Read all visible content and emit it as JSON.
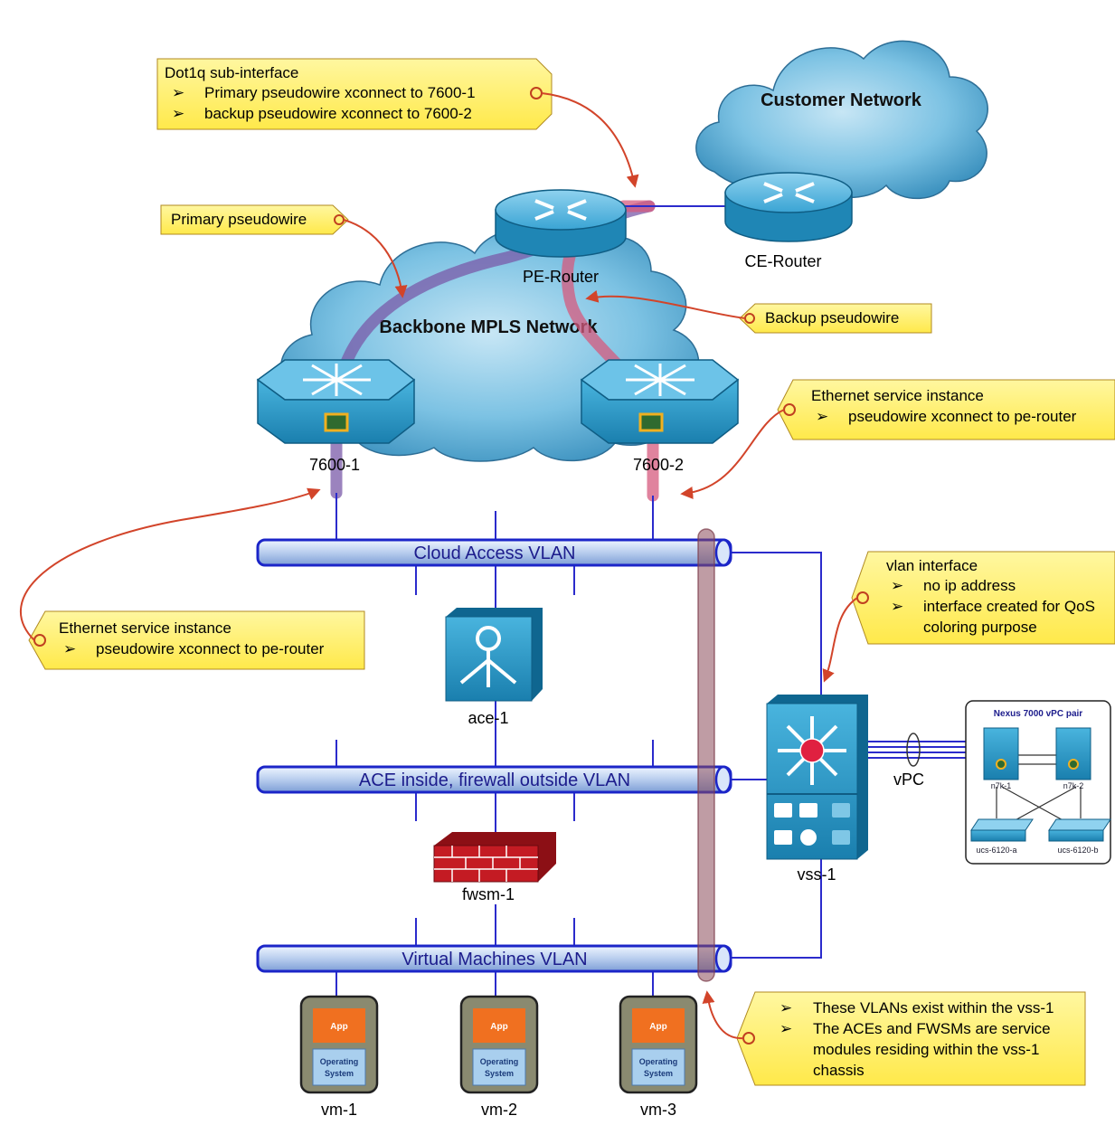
{
  "clouds": {
    "customer": "Customer Network",
    "backbone": "Backbone MPLS Network"
  },
  "devices": {
    "pe_router": "PE-Router",
    "ce_router": "CE-Router",
    "sw1": "7600-1",
    "sw2": "7600-2",
    "ace": "ace-1",
    "fwsm": "fwsm-1",
    "vss": "vss-1",
    "vpc": "vPC"
  },
  "vlans": {
    "cloud": "Cloud Access VLAN",
    "ace": "ACE inside, firewall outside VLAN",
    "vm": "Virtual Machines VLAN"
  },
  "vms": [
    {
      "name": "vm-1",
      "app": "App",
      "os1": "Operating",
      "os2": "System"
    },
    {
      "name": "vm-2",
      "app": "App",
      "os1": "Operating",
      "os2": "System"
    },
    {
      "name": "vm-3",
      "app": "App",
      "os1": "Operating",
      "os2": "System"
    }
  ],
  "nexus": {
    "title": "Nexus 7000 vPC pair",
    "n7k1": "n7k-1",
    "n7k2": "n7k-2",
    "ucsa": "ucs-6120-a",
    "ucsb": "ucs-6120-b"
  },
  "callouts": {
    "dot1q": {
      "title": "Dot1q sub-interface",
      "b1": "Primary pseudowire xconnect to 7600-1",
      "b2": "backup pseudowire xconnect to 7600-2"
    },
    "primary": "Primary pseudowire",
    "backup": "Backup pseudowire",
    "esi_right": {
      "title": "Ethernet service instance",
      "b1": "pseudowire xconnect to pe-router"
    },
    "esi_left": {
      "title": "Ethernet service instance",
      "b1": "pseudowire xconnect to pe-router"
    },
    "vlan_if": {
      "title": "vlan interface",
      "b1": "no ip address",
      "b2": "interface created for QoS",
      "b3": "coloring purpose"
    },
    "vss_note": {
      "b1": "These VLANs exist within the vss-1",
      "b2": "The ACEs and FWSMs are service",
      "b2b": "modules residing within the vss-1",
      "b2c": "chassis"
    },
    "bullet": "➢"
  }
}
